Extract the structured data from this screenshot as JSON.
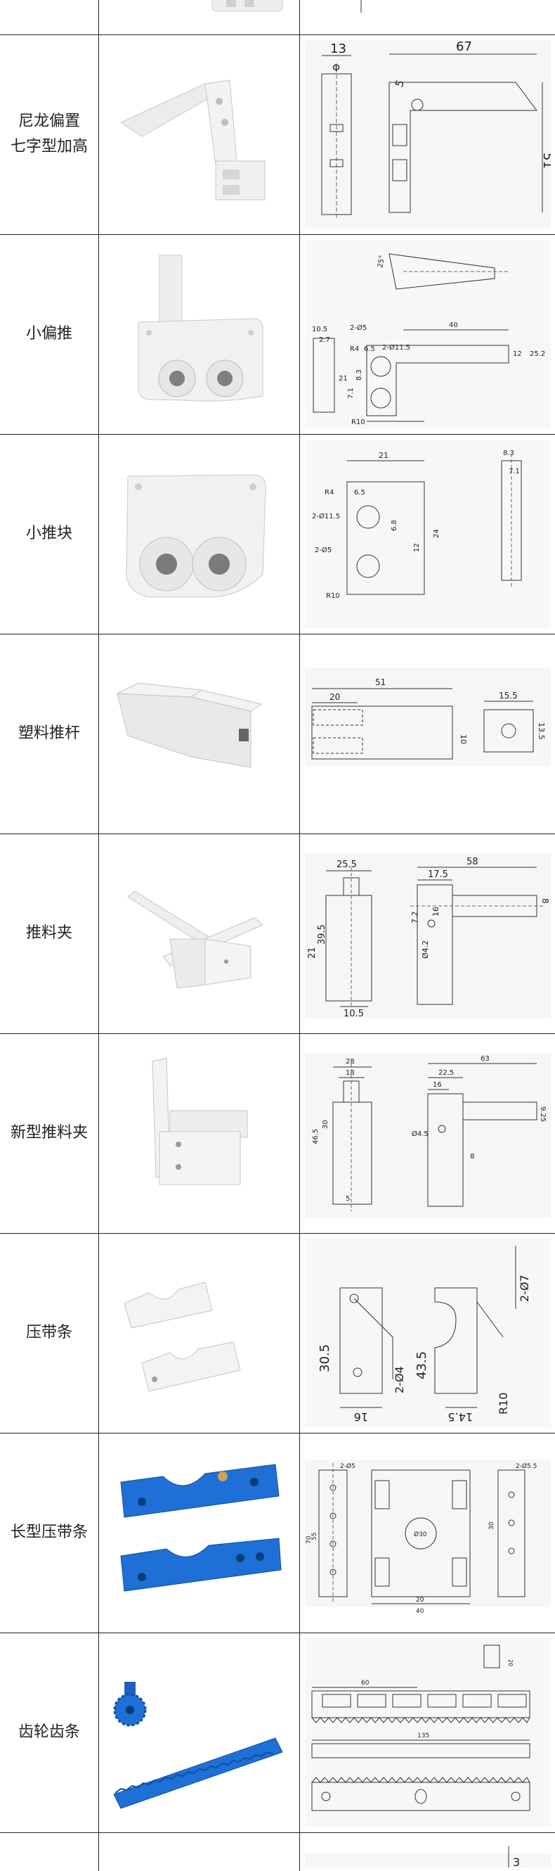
{
  "rows": [
    {
      "name": "",
      "dims": []
    },
    {
      "name": "尼龙偏置\n七字型加高",
      "dims": [
        "13",
        "67",
        "5",
        "51",
        "Φ"
      ]
    },
    {
      "name": "小偏推",
      "dims": [
        "25°",
        "2-Ø5",
        "40",
        "R4",
        "6.5",
        "2-Ø11.5",
        "8.3",
        "7.1",
        "12",
        "25.2",
        "10.5",
        "2.7",
        "R10",
        "21"
      ]
    },
    {
      "name": "小推块",
      "dims": [
        "21",
        "8.3",
        "R4",
        "6.5",
        "2-Ø11.5",
        "7.1",
        "6.8",
        "24",
        "12",
        "2-Ø5",
        "R10"
      ]
    },
    {
      "name": "塑料推杆",
      "dims": [
        "51",
        "20",
        "15.5",
        "10",
        "13.5"
      ]
    },
    {
      "name": "推料夹",
      "dims": [
        "25.5",
        "58",
        "21",
        "39.5",
        "10.5",
        "17.5",
        "7.2",
        "16",
        "Ø4.2",
        "8"
      ]
    },
    {
      "name": "新型推料夹",
      "dims": [
        "28",
        "63",
        "18",
        "22.5",
        "16",
        "30",
        "46.5",
        "9.25",
        "Ø4.5",
        "8",
        "5"
      ]
    },
    {
      "name": "压带条",
      "dims": [
        "2-Ø7",
        "30.5",
        "43.5",
        "2-Ø4",
        "R10",
        "16",
        "14.5"
      ]
    },
    {
      "name": "长型压带条",
      "dims": [
        "2-Ø5",
        "2-Ø5.5",
        "70",
        "55",
        "Ø30",
        "30",
        "20",
        "40"
      ]
    },
    {
      "name": "齿轮齿条",
      "dims": [
        "60",
        "135",
        "20"
      ]
    },
    {
      "name": "",
      "dims": [
        "3"
      ]
    }
  ]
}
